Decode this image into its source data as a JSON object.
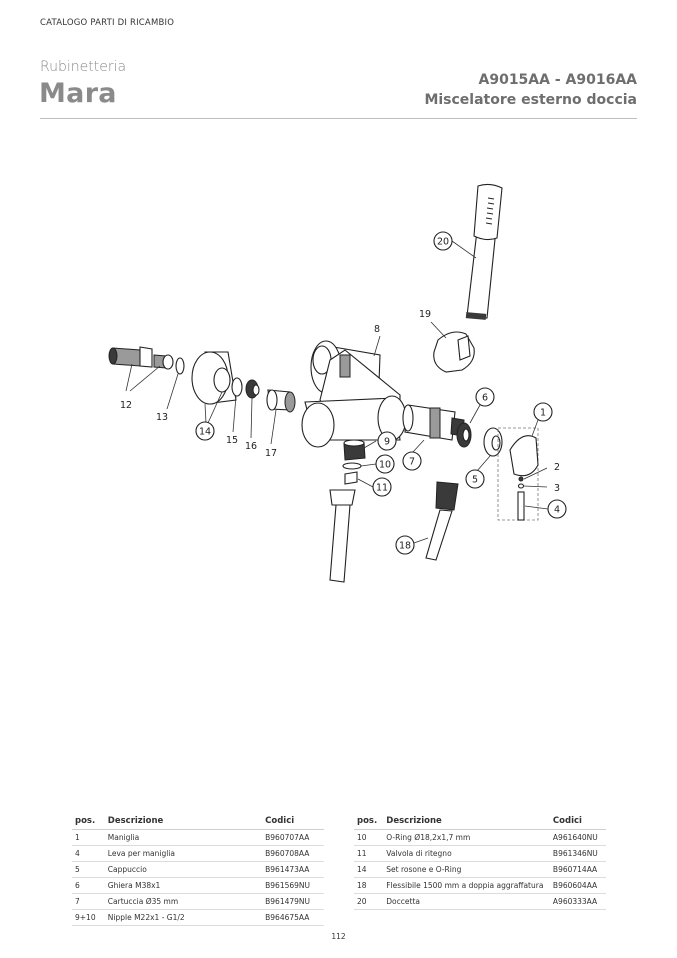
{
  "header": {
    "catalog_label": "CATALOGO PARTI DI RICAMBIO",
    "series": "Rubinetteria",
    "model": "Mara",
    "codes": "A9015AA - A9016AA",
    "product": "Miscelatore esterno doccia"
  },
  "diagram": {
    "callouts": [
      "20",
      "19",
      "8",
      "12",
      "13",
      "14",
      "15",
      "16",
      "17",
      "9",
      "10",
      "11",
      "7",
      "6",
      "5",
      "1",
      "2",
      "3",
      "4",
      "18"
    ]
  },
  "tables": {
    "headers": {
      "pos": "pos.",
      "desc": "Descrizione",
      "code": "Codici"
    },
    "left": [
      {
        "pos": "1",
        "desc": "Maniglia",
        "code": "B960707AA"
      },
      {
        "pos": "4",
        "desc": "Leva per maniglia",
        "code": "B960708AA"
      },
      {
        "pos": "5",
        "desc": "Cappuccio",
        "code": "B961473AA"
      },
      {
        "pos": "6",
        "desc": "Ghiera M38x1",
        "code": "B961569NU"
      },
      {
        "pos": "7",
        "desc": "Cartuccia Ø35 mm",
        "code": "B961479NU"
      },
      {
        "pos": "9+10",
        "desc": "Nipple M22x1 - G1/2",
        "code": "B964675AA"
      }
    ],
    "right": [
      {
        "pos": "10",
        "desc": "O-Ring Ø18,2x1,7 mm",
        "code": "A961640NU"
      },
      {
        "pos": "11",
        "desc": "Valvola di ritegno",
        "code": "B961346NU"
      },
      {
        "pos": "14",
        "desc": "Set rosone e O-Ring",
        "code": "B960714AA"
      },
      {
        "pos": "18",
        "desc": "Flessibile 1500 mm a doppia aggraffatura",
        "code": "B960604AA"
      },
      {
        "pos": "20",
        "desc": "Doccetta",
        "code": "A960333AA"
      }
    ]
  },
  "page": {
    "number": "112"
  }
}
